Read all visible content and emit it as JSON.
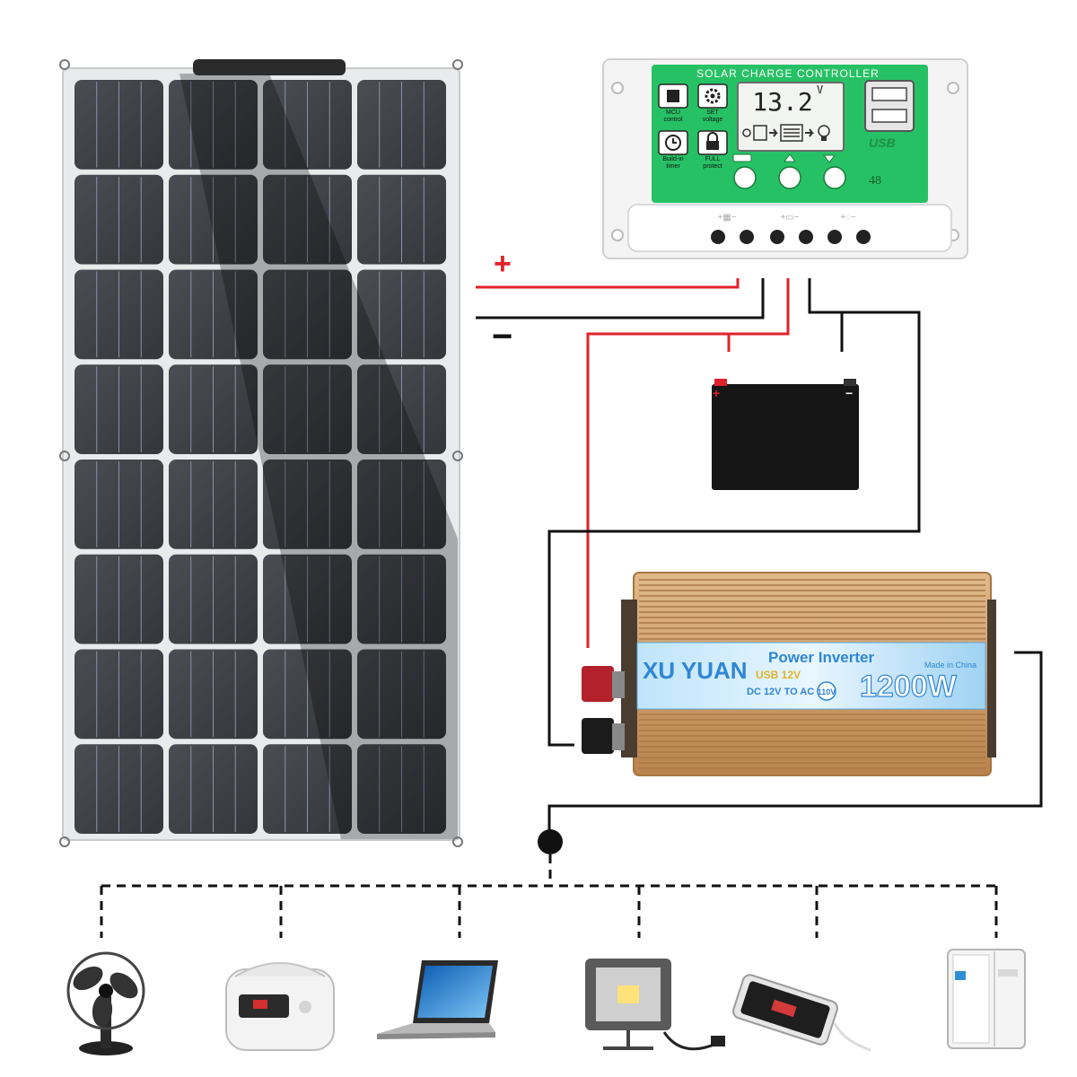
{
  "controller": {
    "title": "SOLAR CHARGE CONTROLLER",
    "display_value": "13.2",
    "display_unit": "V",
    "badge_number": "48",
    "usb_label": "USB",
    "features": [
      {
        "label_1": "MCU",
        "label_2": "control",
        "icon": "chip-icon"
      },
      {
        "label_1": "SET",
        "label_2": "voltage",
        "icon": "gear-icon"
      },
      {
        "label_1": "Build-in",
        "label_2": "timer",
        "icon": "clock-icon"
      },
      {
        "label_1": "FULL",
        "label_2": "protect",
        "icon": "lock-icon"
      }
    ]
  },
  "wiring": {
    "plus_label": "+",
    "minus_label": "−",
    "battery_plus": "+",
    "battery_minus": "−"
  },
  "inverter": {
    "brand": "XU YUAN",
    "title": "Power Inverter",
    "usb_text": "USB 12V",
    "conversion_text": "DC 12V TO AC",
    "ac_voltage": "110V",
    "power": "1200W",
    "origin": "Made in China"
  },
  "appliances": [
    {
      "name": "fan",
      "icon": "fan-icon"
    },
    {
      "name": "rice-cooker",
      "icon": "rice-cooker-icon"
    },
    {
      "name": "laptop",
      "icon": "laptop-icon"
    },
    {
      "name": "flood-light",
      "icon": "flood-light-icon"
    },
    {
      "name": "smartphone",
      "icon": "smartphone-icon"
    },
    {
      "name": "refrigerator",
      "icon": "refrigerator-icon"
    }
  ],
  "colors": {
    "controller_green": "#27c165",
    "wire_red": "#e0222a",
    "wire_black": "#111111",
    "inverter_gold": "#c9965e",
    "label_blue": "#2f86d4"
  }
}
